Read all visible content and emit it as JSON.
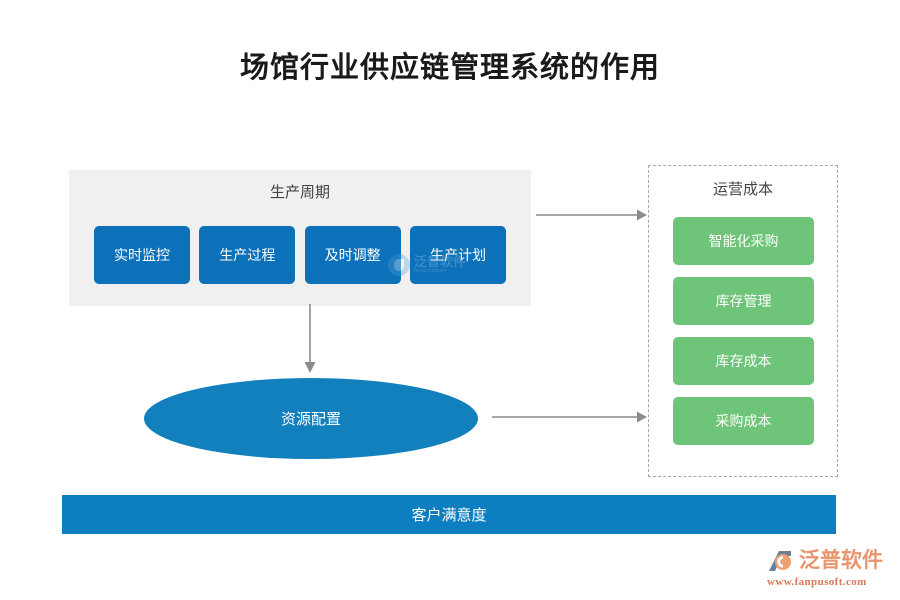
{
  "page": {
    "title": "场馆行业供应链管理系统的作用",
    "background_color": "#ffffff"
  },
  "colors": {
    "blue_box": "#0d71b9",
    "green_box": "#6ec579",
    "ellipse_blue": "#1280bd",
    "bottom_bar_blue": "#0d7fc1",
    "left_panel_gray": "#f0f0f0",
    "dashed_border_gray": "#a8a8a8",
    "arrow_gray": "#8c8c8c",
    "title_text": "#1a1a1a"
  },
  "left_panel": {
    "title": "生产周期",
    "boxes": [
      {
        "label": "实时监控"
      },
      {
        "label": "生产过程"
      },
      {
        "label": "及时调整"
      },
      {
        "label": "生产计划"
      }
    ]
  },
  "right_panel": {
    "title": "运营成本",
    "boxes": [
      {
        "label": "智能化采购"
      },
      {
        "label": "库存管理"
      },
      {
        "label": "库存成本"
      },
      {
        "label": "采购成本"
      }
    ]
  },
  "ellipse": {
    "label": "资源配置"
  },
  "bottom_bar": {
    "label": "客户满意度"
  },
  "arrows": [
    {
      "name": "arrow-left-panel-to-right-panel",
      "direction": "right"
    },
    {
      "name": "arrow-left-panel-to-ellipse",
      "direction": "down"
    },
    {
      "name": "arrow-ellipse-to-right-panel",
      "direction": "right"
    }
  ],
  "watermark": {
    "center_text": "泛普软件",
    "center_sub": "fanpu software"
  },
  "logo": {
    "name": "泛普软件",
    "url": "www.fanpusoft.com"
  }
}
